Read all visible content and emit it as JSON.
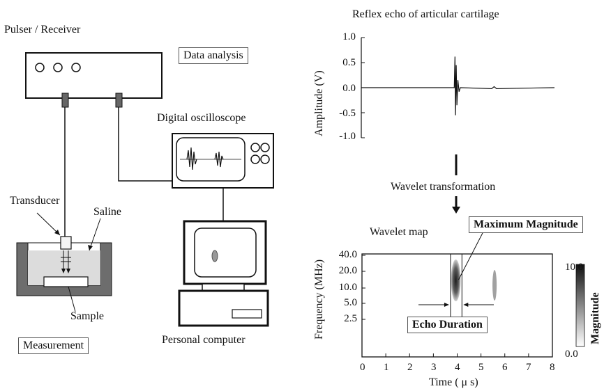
{
  "labels": {
    "pulser": "Pulser / Receiver",
    "data_analysis": "Data analysis",
    "oscilloscope": "Digital oscilloscope",
    "transducer": "Transducer",
    "saline": "Saline",
    "sample": "Sample",
    "measurement": "Measurement",
    "computer": "Personal computer",
    "wavelet_transformation": "Wavelet transformation",
    "wavelet_map": "Wavelet map",
    "max_magnitude": "Maximum Magnitude",
    "echo_duration": "Echo Duration"
  },
  "colors": {
    "ink": "#111111",
    "panel_grey": "#6d6d6d",
    "saline": "#dcdcdc"
  },
  "chart_data": [
    {
      "type": "line",
      "title": "Reflex echo of articular cartilage",
      "ylabel": "Amplitude (V)",
      "xlabel": "",
      "ylim": [
        -1.0,
        1.0
      ],
      "y_ticks": [
        "1.0",
        "0.5",
        "0.0",
        "-0.5",
        "-1.0"
      ],
      "series": [
        {
          "x": [
            0.0,
            3.85,
            3.88,
            3.9,
            3.93,
            3.96,
            4.0,
            4.05,
            4.1,
            5.4,
            5.5,
            5.6,
            8.0
          ],
          "y": [
            0.0,
            0.0,
            0.62,
            -0.55,
            0.45,
            -0.35,
            0.15,
            -0.08,
            0.0,
            -0.02,
            0.02,
            -0.02,
            0.0
          ]
        }
      ]
    },
    {
      "type": "heatmap",
      "title": "",
      "xlabel": "Time ( μ s)",
      "ylabel": "Frequency (MHz)",
      "xlim": [
        0,
        8
      ],
      "x_ticks": [
        "0",
        "1",
        "2",
        "3",
        "4",
        "5",
        "6",
        "7",
        "8"
      ],
      "y_ticks": [
        "40.0",
        "20.0",
        "10.0",
        "5.0",
        "2.5"
      ],
      "colorbar_label": "Magnitude",
      "colorbar_ticks": [
        "10.0",
        "0.0"
      ],
      "blobs": [
        {
          "time": 4.0,
          "freq": 14,
          "magnitude": 10.0
        },
        {
          "time": 5.6,
          "freq": 12,
          "magnitude": 3.0
        }
      ]
    }
  ]
}
